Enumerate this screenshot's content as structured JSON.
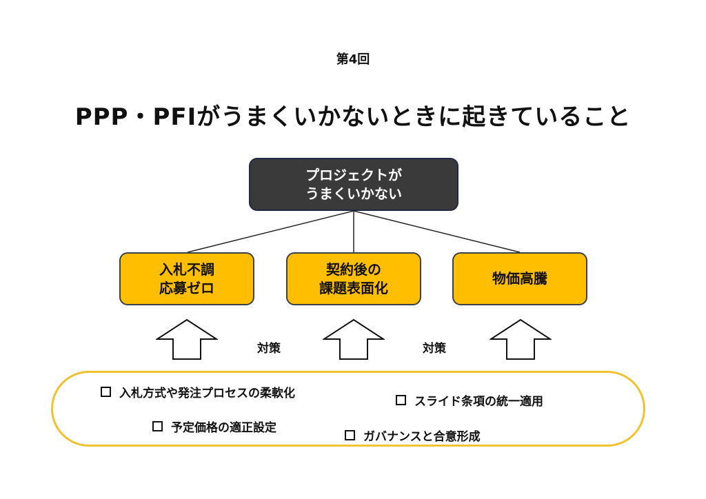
{
  "slide": {
    "subtitle": "第4回",
    "title": "PPP・PFIがうまくいかないときに起きていること"
  },
  "diagram": {
    "root": {
      "lines": [
        "プロジェクトが",
        "うまくいかない"
      ],
      "fill_color": "#3a3a3a",
      "text_color": "#ffffff"
    },
    "causes": [
      {
        "lines": [
          "入札不調",
          "応募ゼロ"
        ]
      },
      {
        "lines": [
          "契約後の",
          "課題表面化"
        ]
      },
      {
        "lines": [
          "物価高騰"
        ]
      }
    ],
    "cause_fill_color": "#ffbe00",
    "arrows": [
      {
        "icon": "up-arrow-icon"
      },
      {
        "icon": "up-arrow-icon"
      },
      {
        "icon": "up-arrow-icon"
      }
    ],
    "arrow_labels": [
      "対策",
      "対策"
    ],
    "measures_border_color": "#f2c12e",
    "measures": [
      {
        "icon": "checkbox-icon",
        "label": "入札方式や発注プロセスの柔軟化"
      },
      {
        "icon": "checkbox-icon",
        "label": "スライド条項の統一適用"
      },
      {
        "icon": "checkbox-icon",
        "label": "予定価格の適正設定"
      },
      {
        "icon": "checkbox-icon",
        "label": "ガバナンスと合意形成"
      }
    ]
  }
}
